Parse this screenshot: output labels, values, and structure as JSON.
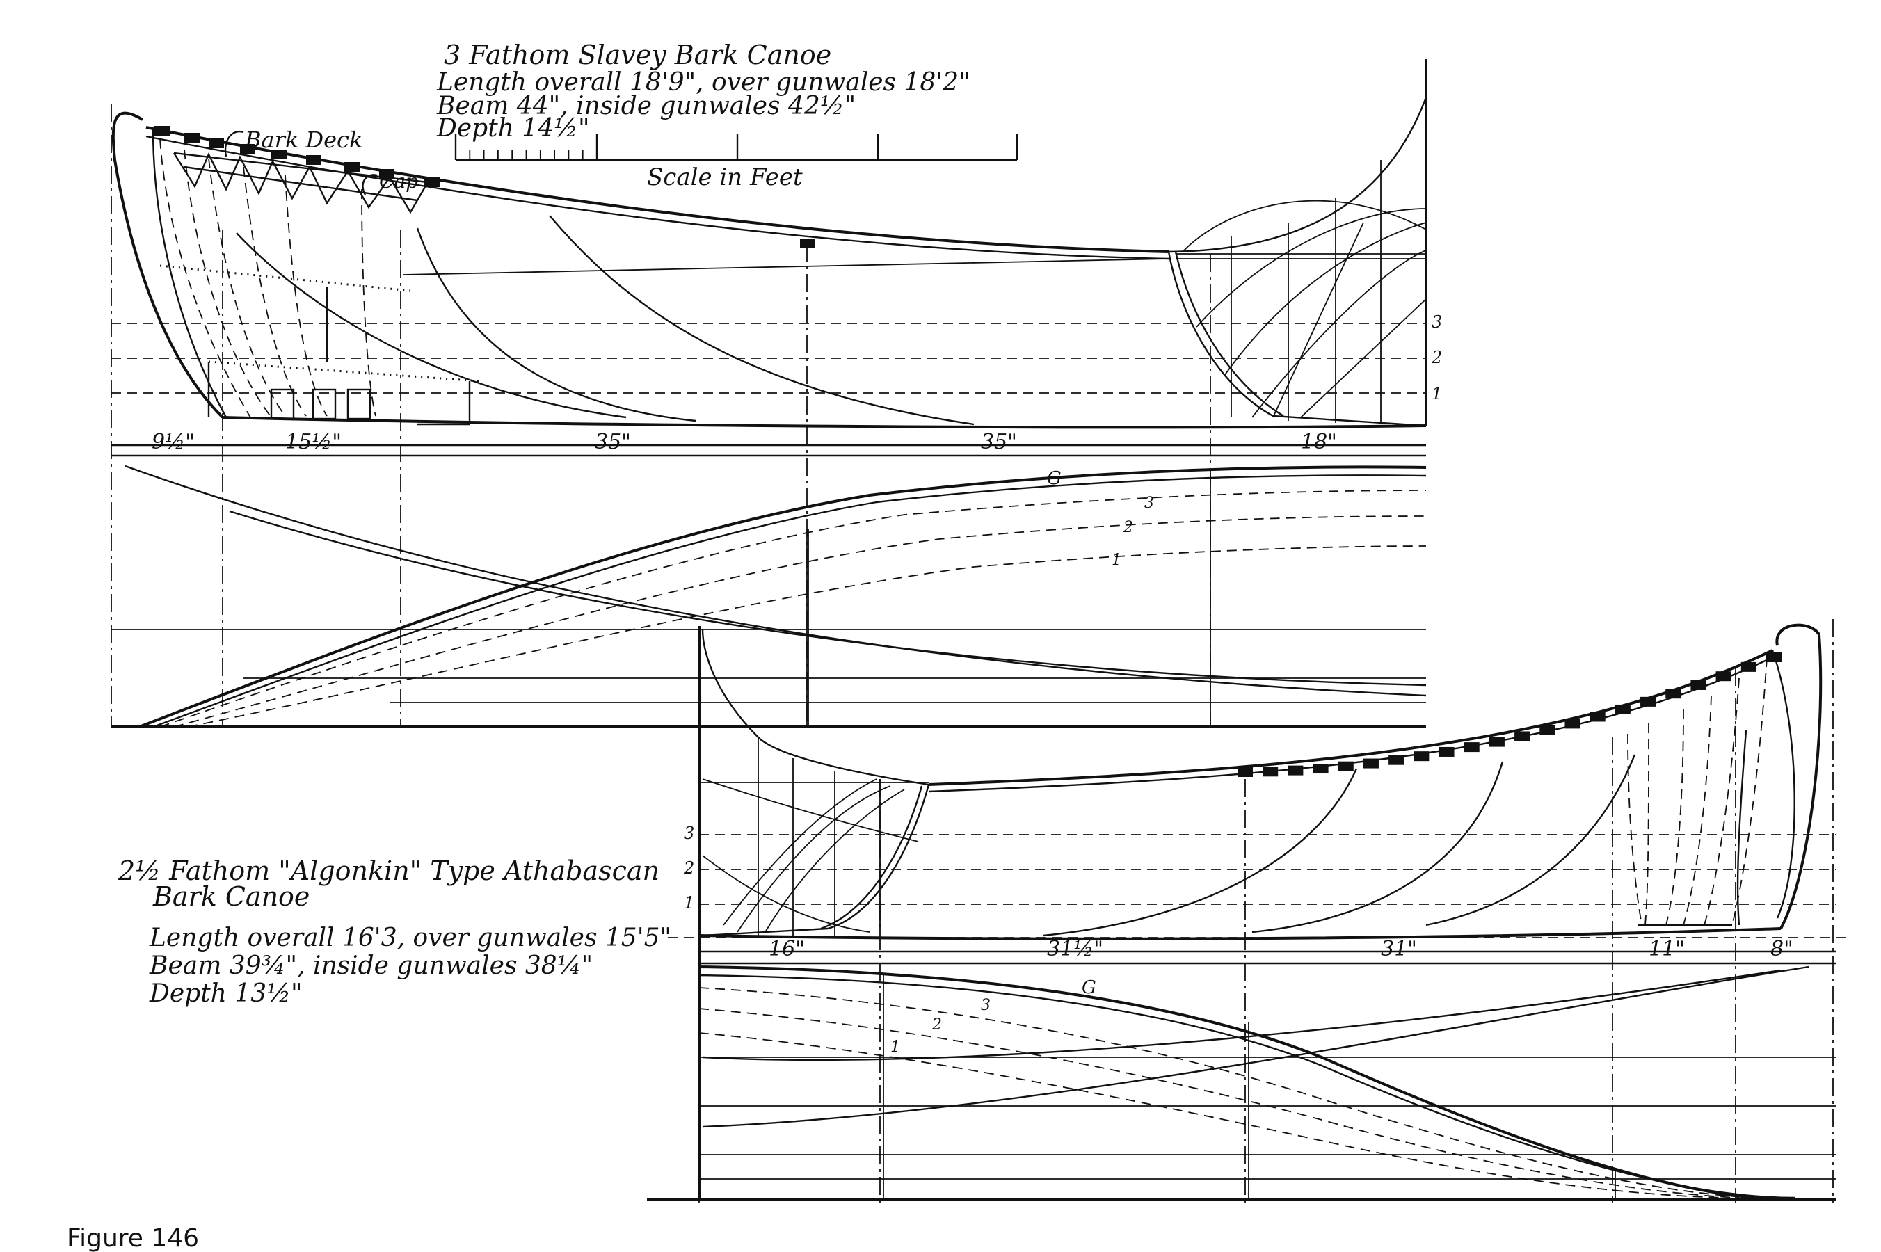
{
  "drawing1": {
    "title": "3 Fathom Slavey  Bark Canoe",
    "spec_length": "Length overall 18'9\", over gunwales 18'2\"",
    "spec_beam": "Beam      44\", inside gunwales 42½\"",
    "spec_depth": "Depth          14½\"",
    "scale_label": "Scale in Feet",
    "callout_bark_deck": "Bark Deck",
    "callout_cap": "Cap",
    "stations": [
      "9½\"",
      "15½\"",
      "35\"",
      "35\"",
      "18\""
    ],
    "waterline_numbers": [
      "3",
      "2",
      "1"
    ],
    "plan_labels": [
      "G",
      "3",
      "2",
      "1"
    ]
  },
  "drawing2": {
    "title_line1": "2½ Fathom \"Algonkin\" Type Athabascan",
    "title_line2": "Bark Canoe",
    "spec_length": "Length overall 16'3, over gunwales 15'5\"",
    "spec_beam": "Beam 39¾\", inside gunwales 38¼\"",
    "spec_depth": "Depth  13½\"",
    "stations": [
      "16\"",
      "31½\"",
      "31\"",
      "11\"",
      "8\""
    ],
    "waterline_numbers": [
      "3",
      "2",
      "1"
    ],
    "plan_labels": [
      "G",
      "3",
      "2",
      "1"
    ]
  },
  "figure_caption": "Figure 146"
}
